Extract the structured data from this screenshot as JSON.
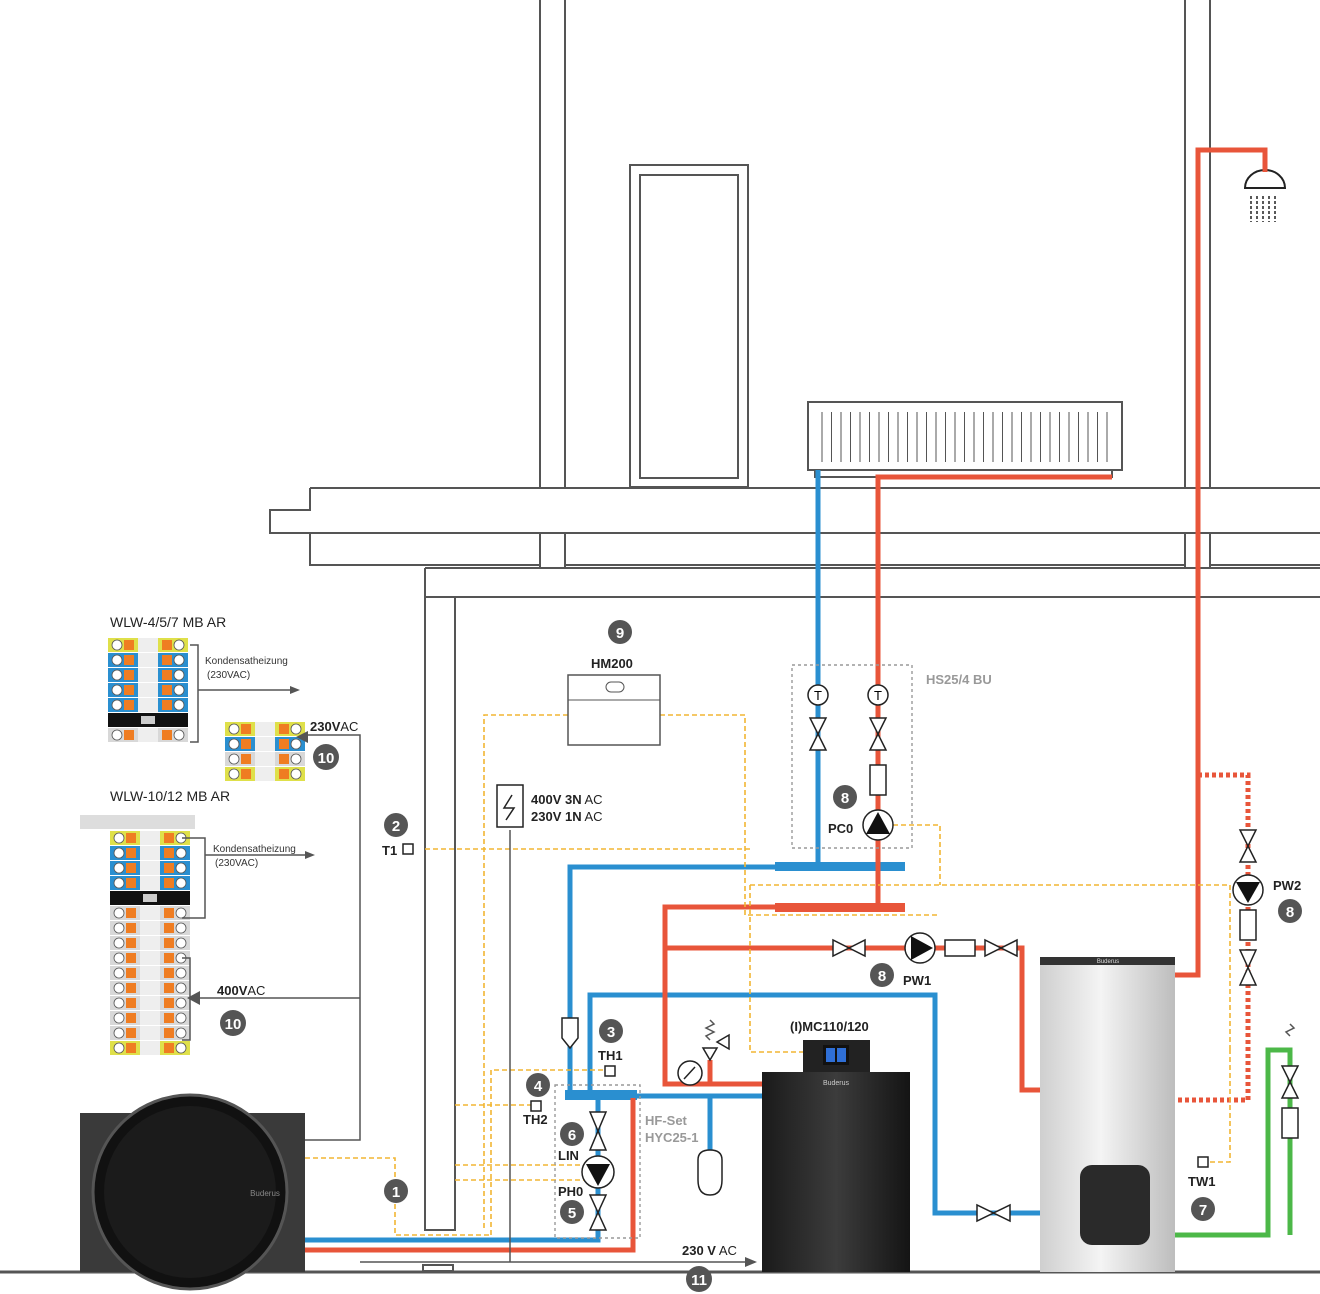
{
  "colors": {
    "supply": "#e8553a",
    "return": "#2a8fd0",
    "cold_water": "#4cb848",
    "signal": "#f2b633",
    "badge": "#555555"
  },
  "terminal_blocks": {
    "small_title": "WLW-4/5/7 MB AR",
    "large_title": "WLW-10/12 MB AR",
    "heater_label": "Kondensatheizung",
    "heater_voltage": "(230VAC)",
    "supply_230_bold": "230V",
    "supply_230_unit": "AC",
    "supply_400_bold": "400V",
    "supply_400_unit": "AC"
  },
  "components": {
    "hm200": "HM200",
    "hs25": "HS25/4 BU",
    "pc0": "PC0",
    "pw1": "PW1",
    "pw2": "PW2",
    "t1": "T1",
    "th1": "TH1",
    "th2": "TH2",
    "lin": "LIN",
    "ph0": "PH0",
    "tw1": "TW1",
    "hf_set_1": "HF-Set",
    "hf_set_2": "HYC25-1",
    "controller": "(I)MC110/120",
    "power_line1_bold": "400V 3N",
    "power_line1_unit": "AC",
    "power_line2_bold": "230V 1N",
    "power_line2_unit": "AC",
    "main_power_bold": "230 V",
    "main_power_unit": "AC",
    "brand": "Buderus"
  },
  "badges": [
    "1",
    "2",
    "3",
    "4",
    "5",
    "6",
    "7",
    "8",
    "8",
    "8",
    "9",
    "10",
    "10",
    "11"
  ]
}
